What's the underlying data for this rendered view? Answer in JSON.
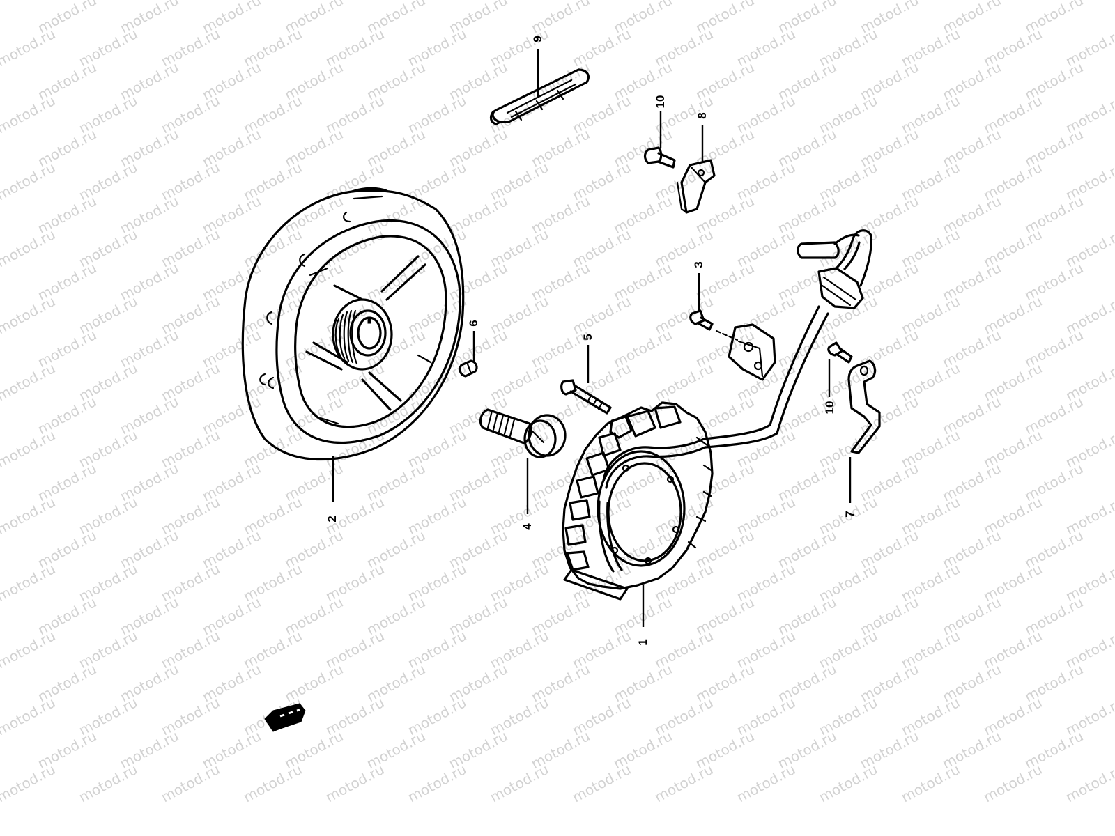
{
  "diagram": {
    "watermark_text": "motod.ru",
    "colors": {
      "line": "#000000",
      "background": "#ffffff",
      "watermark": "#d2d2d2"
    },
    "callouts": [
      {
        "id": "c1",
        "label": "1"
      },
      {
        "id": "c2",
        "label": "2"
      },
      {
        "id": "c3",
        "label": "3"
      },
      {
        "id": "c4",
        "label": "4"
      },
      {
        "id": "c5",
        "label": "5"
      },
      {
        "id": "c6",
        "label": "6"
      },
      {
        "id": "c7",
        "label": "7"
      },
      {
        "id": "c8",
        "label": "8"
      },
      {
        "id": "c9",
        "label": "9"
      },
      {
        "id": "c10a",
        "label": "10"
      },
      {
        "id": "c10b",
        "label": "10"
      }
    ],
    "parts": [
      {
        "name": "stator-coil",
        "icon": "stator-icon"
      },
      {
        "name": "flywheel-rotor",
        "icon": "rotor-icon"
      },
      {
        "name": "screw",
        "icon": "screw-icon"
      },
      {
        "name": "rotor-bolt",
        "icon": "bolt-icon"
      },
      {
        "name": "stator-bolt",
        "icon": "bolt-icon"
      },
      {
        "name": "key",
        "icon": "key-icon"
      },
      {
        "name": "wire-clamp",
        "icon": "clamp-icon"
      },
      {
        "name": "wire-clip",
        "icon": "clip-icon"
      },
      {
        "name": "wire-guide",
        "icon": "guide-icon"
      }
    ],
    "front_arrow_icon": "front-arrow-icon"
  }
}
